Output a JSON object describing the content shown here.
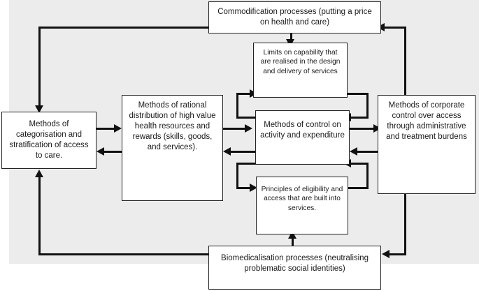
{
  "diagram": {
    "background_color": "#ececec",
    "line_color": "#111111",
    "node_fill": "#ffffff",
    "node_border": "#222222",
    "nodes": {
      "commodification": {
        "label": "Commodification processes (putting a price on health and care)",
        "font_size": "11.5px"
      },
      "limits": {
        "label": "Limits on capability that are realised in the design and delivery of services",
        "font_size": "10.2px"
      },
      "categorisation": {
        "label": "Methods of categorisation and stratification of access to care.",
        "font_size": "11.5px"
      },
      "rational_distribution": {
        "label": "Methods of rational distribution of high value health resources and rewards (skills, goods, and services).",
        "font_size": "11.5px"
      },
      "control": {
        "label": "Methods of control on activity and expenditure",
        "font_size": "11.5px"
      },
      "corporate_control": {
        "label": "Methods of corporate control over access through administrative and treatment burdens",
        "font_size": "11.5px"
      },
      "principles": {
        "label": "Principles of eligibility and access that are built into services.",
        "font_size": "10.2px"
      },
      "biomedicalisation": {
        "label": "Biomedicalisation processes (neutralising problematic social identities)",
        "font_size": "11.5px"
      }
    },
    "edges": [
      {
        "from": "commodification",
        "to": "limits",
        "direction": "down"
      },
      {
        "from": "commodification",
        "to": "categorisation",
        "direction": "down-left"
      },
      {
        "from": "corporate_control",
        "to": "commodification",
        "direction": "up-left"
      },
      {
        "from": "categorisation",
        "to": "rational_distribution",
        "direction": "right"
      },
      {
        "from": "rational_distribution",
        "to": "categorisation",
        "direction": "left"
      },
      {
        "from": "rational_distribution",
        "to": "control",
        "direction": "right"
      },
      {
        "from": "control",
        "to": "rational_distribution",
        "direction": "left"
      },
      {
        "from": "control",
        "to": "corporate_control",
        "direction": "right"
      },
      {
        "from": "corporate_control",
        "to": "control",
        "direction": "left"
      },
      {
        "from": "control",
        "to": "limits",
        "direction": "up-left-u"
      },
      {
        "from": "limits",
        "to": "control",
        "direction": "down-right-u"
      },
      {
        "from": "control",
        "to": "principles",
        "direction": "down-left-u"
      },
      {
        "from": "principles",
        "to": "control",
        "direction": "up-right-u"
      },
      {
        "from": "biomedicalisation",
        "to": "principles",
        "direction": "up"
      },
      {
        "from": "biomedicalisation",
        "to": "categorisation",
        "direction": "up-left"
      },
      {
        "from": "corporate_control",
        "to": "biomedicalisation",
        "direction": "down-left"
      }
    ]
  }
}
